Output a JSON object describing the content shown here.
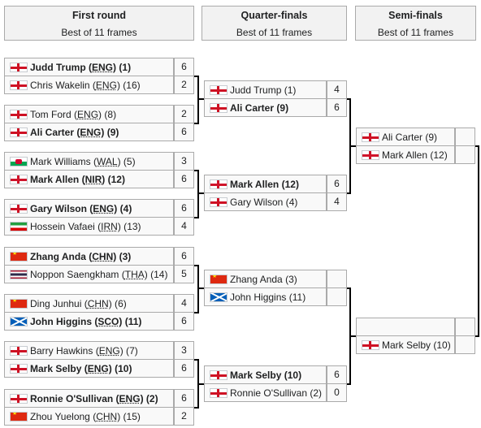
{
  "rounds": [
    {
      "title": "First round",
      "subtitle": "Best of 11 frames"
    },
    {
      "title": "Quarter-finals",
      "subtitle": "Best of 11 frames"
    },
    {
      "title": "Semi-finals",
      "subtitle": "Best of 11 frames"
    }
  ],
  "first_round": [
    {
      "name": "Judd Trump",
      "country": "ENG",
      "seed": "1",
      "flag": "england-flag-icon",
      "score": "6",
      "winner": true
    },
    {
      "name": "Chris Wakelin",
      "country": "ENG",
      "seed": "16",
      "flag": "england-flag-icon",
      "score": "2",
      "winner": false
    },
    {
      "name": "Tom Ford",
      "country": "ENG",
      "seed": "8",
      "flag": "england-flag-icon",
      "score": "2",
      "winner": false
    },
    {
      "name": "Ali Carter",
      "country": "ENG",
      "seed": "9",
      "flag": "england-flag-icon",
      "score": "6",
      "winner": true
    },
    {
      "name": "Mark Williams",
      "country": "WAL",
      "seed": "5",
      "flag": "wales-flag-icon",
      "score": "3",
      "winner": false
    },
    {
      "name": "Mark Allen",
      "country": "NIR",
      "seed": "12",
      "flag": "northern-ireland-flag-icon",
      "score": "6",
      "winner": true
    },
    {
      "name": "Gary Wilson",
      "country": "ENG",
      "seed": "4",
      "flag": "england-flag-icon",
      "score": "6",
      "winner": true
    },
    {
      "name": "Hossein Vafaei",
      "country": "IRN",
      "seed": "13",
      "flag": "iran-flag-icon",
      "score": "4",
      "winner": false
    },
    {
      "name": "Zhang Anda",
      "country": "CHN",
      "seed": "3",
      "flag": "china-flag-icon",
      "score": "6",
      "winner": true
    },
    {
      "name": "Noppon Saengkham",
      "country": "THA",
      "seed": "14",
      "flag": "thailand-flag-icon",
      "score": "5",
      "winner": false
    },
    {
      "name": "Ding Junhui",
      "country": "CHN",
      "seed": "6",
      "flag": "china-flag-icon",
      "score": "4",
      "winner": false
    },
    {
      "name": "John Higgins",
      "country": "SCO",
      "seed": "11",
      "flag": "scotland-flag-icon",
      "score": "6",
      "winner": true
    },
    {
      "name": "Barry Hawkins",
      "country": "ENG",
      "seed": "7",
      "flag": "england-flag-icon",
      "score": "3",
      "winner": false
    },
    {
      "name": "Mark Selby",
      "country": "ENG",
      "seed": "10",
      "flag": "england-flag-icon",
      "score": "6",
      "winner": true
    },
    {
      "name": "Ronnie O'Sullivan",
      "country": "ENG",
      "seed": "2",
      "flag": "england-flag-icon",
      "score": "6",
      "winner": true
    },
    {
      "name": "Zhou Yuelong",
      "country": "CHN",
      "seed": "15",
      "flag": "china-flag-icon",
      "score": "2",
      "winner": false
    }
  ],
  "quarter_finals": [
    {
      "name": "Judd Trump",
      "seed": "1",
      "flag": "england-flag-icon",
      "score": "4",
      "winner": false
    },
    {
      "name": "Ali Carter",
      "seed": "9",
      "flag": "england-flag-icon",
      "score": "6",
      "winner": true
    },
    {
      "name": "Mark Allen",
      "seed": "12",
      "flag": "northern-ireland-flag-icon",
      "score": "6",
      "winner": true
    },
    {
      "name": "Gary Wilson",
      "seed": "4",
      "flag": "england-flag-icon",
      "score": "4",
      "winner": false
    },
    {
      "name": "Zhang Anda",
      "seed": "3",
      "flag": "china-flag-icon",
      "score": "",
      "winner": false
    },
    {
      "name": "John Higgins",
      "seed": "11",
      "flag": "scotland-flag-icon",
      "score": "",
      "winner": false
    },
    {
      "name": "Mark Selby",
      "seed": "10",
      "flag": "england-flag-icon",
      "score": "6",
      "winner": true
    },
    {
      "name": "Ronnie O'Sullivan",
      "seed": "2",
      "flag": "england-flag-icon",
      "score": "0",
      "winner": false
    }
  ],
  "semi_finals": [
    {
      "name": "Ali Carter",
      "seed": "9",
      "flag": "england-flag-icon",
      "score": "",
      "winner": false
    },
    {
      "name": "Mark Allen",
      "seed": "12",
      "flag": "northern-ireland-flag-icon",
      "score": "",
      "winner": false
    },
    {
      "name": "",
      "seed": "",
      "flag": "",
      "score": "",
      "winner": false
    },
    {
      "name": "Mark Selby",
      "seed": "10",
      "flag": "england-flag-icon",
      "score": "",
      "winner": false
    }
  ]
}
